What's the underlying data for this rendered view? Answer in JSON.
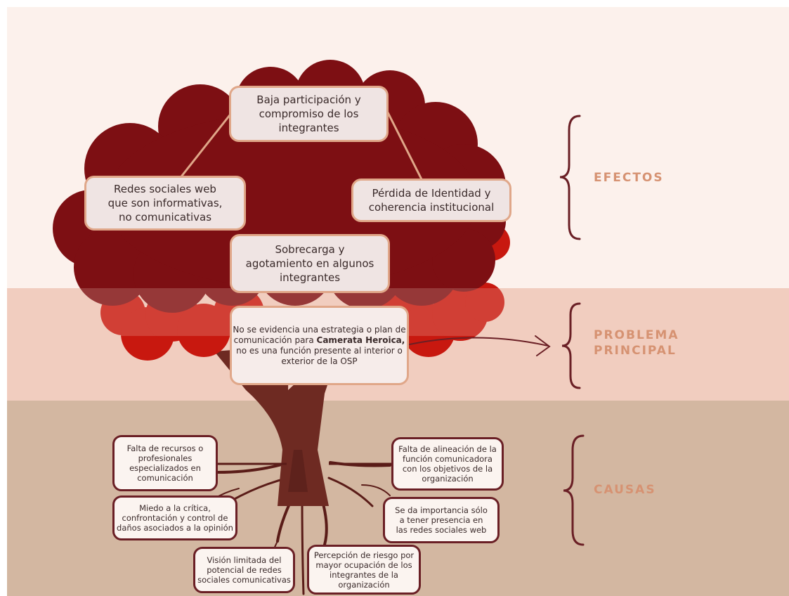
{
  "colors": {
    "effects_band": "#fcf1ec",
    "problem_band": "#f1cdbf",
    "causes_band": "#d3b7a1",
    "canopy_dark": "#7d0f13",
    "canopy_red": "#c8180f",
    "trunk": "#6e2a22",
    "label": "#d69272",
    "cause_border": "#6a1f25",
    "effect_border": "#e0a789"
  },
  "effects": {
    "title": "EFECTOS",
    "items": [
      "Baja participación y\ncompromiso de los\nintegrantes",
      "Redes sociales web\nque son informativas,\nno comunicativas",
      "Pérdida de Identidad y\ncoherencia institucional",
      "Sobrecarga y\nagotamiento en algunos\nintegrantes"
    ]
  },
  "problem": {
    "title": "PROBLEMA\nPRINCIPAL",
    "text_before": "No se evidencia una estrategia o plan de comunicación para ",
    "text_bold": "Camerata Heroica,",
    "text_after": " no es una función presente al interior o exterior de la OSP"
  },
  "causes": {
    "title": "CAUSAS",
    "items": [
      "Falta de recursos o\nprofesionales\nespecializados en\ncomunicación",
      "Falta de alineación de la\nfunción comunicadora\ncon los objetivos de la\norganización",
      "Miedo a la crítica,\nconfrontación y control de\ndaños asociados a la opinión",
      "Se da importancia sólo\na tener presencia en\nlas redes sociales web",
      "Visión limitada del\npotencial de redes\nsociales comunicativas",
      "Percepción de riesgo por\nmayor ocupación de los\nintegrantes de la\norganización"
    ]
  }
}
